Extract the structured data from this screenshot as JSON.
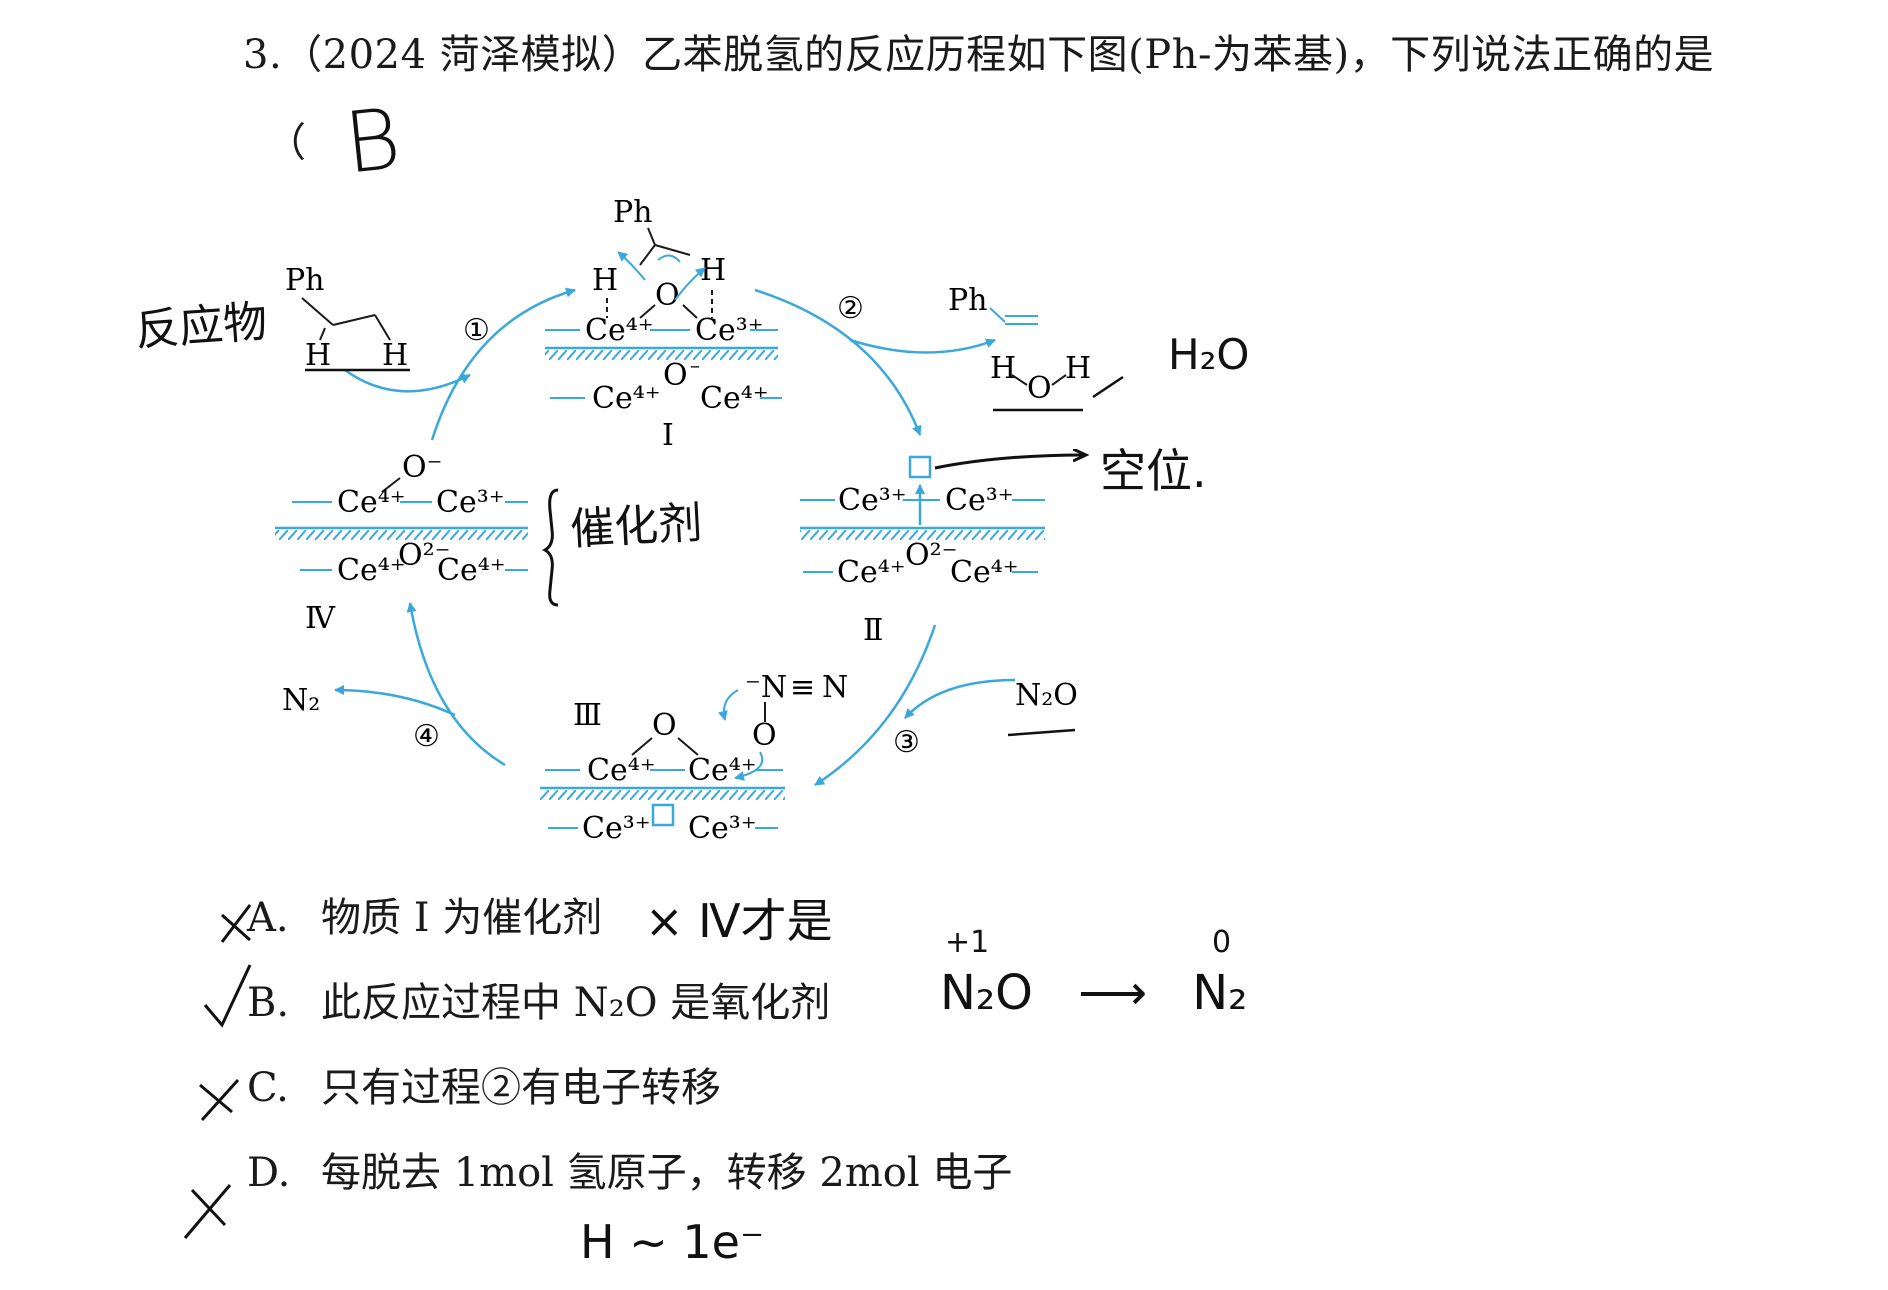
{
  "question": {
    "title": "3.（2024 菏泽模拟）乙苯脱氢的反应历程如下图(Ph-为苯基)，下列说法正确的是",
    "paren": "（",
    "handwritten_answer": "B"
  },
  "diagram": {
    "colors": {
      "cycle": "#3aa8dc",
      "ink": "#1a1a1a"
    },
    "reactant": {
      "ph": "Ph",
      "h_left": "H",
      "h_right": "H"
    },
    "state_I": {
      "label": "Ⅰ",
      "ph": "Ph",
      "h_left": "H",
      "h_right": "H",
      "o_top": "O",
      "ce_tl": "Ce⁴⁺",
      "ce_tr": "Ce³⁺",
      "o_bottom": "O",
      "o_bottom_charge": "–",
      "ce_bl": "Ce⁴⁺",
      "ce_br": "Ce⁴⁺"
    },
    "state_II": {
      "label": "Ⅱ",
      "ce_tl": "Ce³⁺",
      "ce_tr": "Ce³⁺",
      "ce_bl": "Ce⁴⁺",
      "o_bottom": "O²⁻",
      "ce_br": "Ce⁴⁺"
    },
    "state_III": {
      "label": "Ⅲ",
      "o_top": "O",
      "ce_tl": "Ce⁴⁺",
      "ce_tr": "Ce⁴⁺",
      "ce_bl": "Ce³⁺",
      "ce_br": "Ce³⁺",
      "n2o_n1": "⁻N",
      "n2o_triple": "≡",
      "n2o_n2": "N",
      "n2o_o": "O"
    },
    "state_IV": {
      "label": "Ⅳ",
      "o_top": "O⁻",
      "ce_tl": "Ce⁴⁺",
      "ce_tr": "Ce³⁺",
      "ce_bl": "Ce⁴⁺",
      "o_bottom": "O²⁻",
      "ce_br": "Ce⁴⁺"
    },
    "steps": [
      "①",
      "②",
      "③",
      "④"
    ],
    "product_styrene": "Ph",
    "water": {
      "h_left": "H",
      "o": "O",
      "h_right": "H"
    },
    "n2o": "N₂O",
    "n2": "N₂"
  },
  "annotations": {
    "reactant": "反应物",
    "catalyst": "催化剂",
    "water": "H₂O",
    "vacancy": "空位."
  },
  "options": [
    {
      "letter": "A.",
      "text": "物质 Ⅰ 为催化剂",
      "mark": "×",
      "note": "× Ⅳ才是"
    },
    {
      "letter": "B.",
      "text": "此反应过程中 N₂O 是氧化剂",
      "mark": "✓",
      "note": "N₂O ⟶ N₂",
      "ox_left": "+1",
      "ox_right": "0"
    },
    {
      "letter": "C.",
      "text": "只有过程②有电子转移",
      "mark": "×",
      "note": ""
    },
    {
      "letter": "D.",
      "text": "每脱去 1mol 氢原子，转移 2mol 电子",
      "mark": "×",
      "note": "H ~ 1e⁻"
    }
  ]
}
